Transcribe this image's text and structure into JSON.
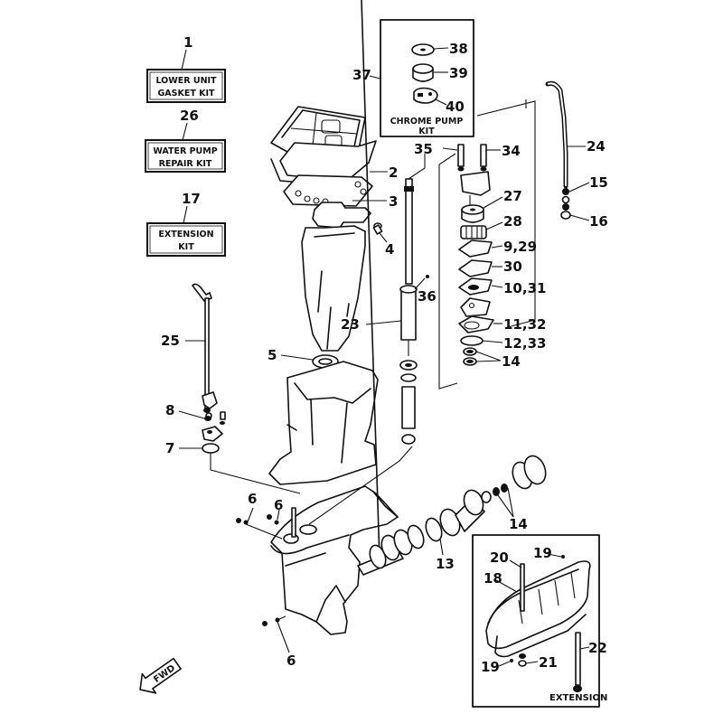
{
  "diagram": {
    "title": "Lower Unit Repair Kit Exploded View",
    "kits": [
      {
        "ref": "1",
        "line1": "LOWER UNIT",
        "line2": "GASKET KIT"
      },
      {
        "ref": "26",
        "line1": "WATER PUMP",
        "line2": "REPAIR KIT"
      },
      {
        "ref": "17",
        "line1": "EXTENSION",
        "line2": "KIT"
      }
    ],
    "chrome_pump_kit": {
      "ref": "37",
      "line1": "CHROME PUMP",
      "line2": "KIT",
      "parts": [
        "38",
        "39",
        "40"
      ]
    },
    "extension_box": {
      "label": "EXTENSION",
      "parts": [
        "18",
        "19",
        "19",
        "20",
        "21",
        "22"
      ]
    },
    "fwd_arrow": "FWD",
    "callouts": {
      "c2": "2",
      "c3": "3",
      "c4": "4",
      "c5": "5",
      "c6a": "6",
      "c6b": "6",
      "c6c": "6",
      "c7": "7",
      "c8": "8",
      "c9_29": "9,29",
      "c10_31": "10,31",
      "c11_32": "11,32",
      "c12_33": "12,33",
      "c13": "13",
      "c14a": "14",
      "c14b": "14",
      "c15": "15",
      "c16": "16",
      "c18": "18",
      "c19a": "19",
      "c19b": "19",
      "c20": "20",
      "c21": "21",
      "c22": "22",
      "c23": "23",
      "c24": "24",
      "c25": "25",
      "c27": "27",
      "c28": "28",
      "c30": "30",
      "c34": "34",
      "c35": "35",
      "c36": "36",
      "c37": "37",
      "c38": "38",
      "c39": "39",
      "c40": "40"
    }
  }
}
